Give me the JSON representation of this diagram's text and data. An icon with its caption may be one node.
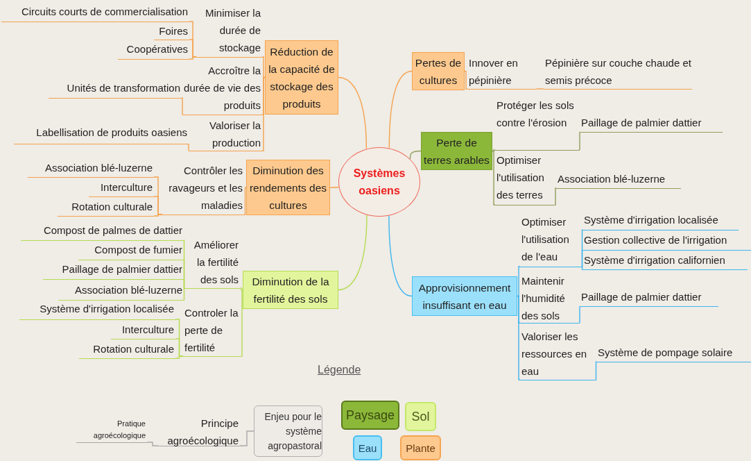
{
  "diagram": {
    "nodes": [
      {
        "text": [
          "Systèmes oasiens"
        ]
      },
      {
        "text": [
          "Réduction de la capacité de stockage des produits"
        ]
      },
      {
        "text": [
          "Minimiser la durée de stockage"
        ]
      },
      {
        "text": [
          "Circuits courts de commercialisation"
        ]
      },
      {
        "text": [
          "Foires"
        ]
      },
      {
        "text": [
          "Coopératives"
        ]
      },
      {
        "text": [
          "Accroître la durée de vie des produits"
        ]
      },
      {
        "text": [
          "Unités de transformation"
        ]
      },
      {
        "text": [
          "Valoriser la production"
        ]
      },
      {
        "text": [
          "Labellisation de produits oasiens"
        ]
      },
      {
        "text": [
          "Diminution des rendements des cultures"
        ]
      },
      {
        "text": [
          "Contrôler les ravageurs et les maladies"
        ]
      },
      {
        "text": [
          "Association blé-luzerne"
        ]
      },
      {
        "text": [
          "Interculture"
        ]
      },
      {
        "text": [
          "Rotation culturale"
        ]
      },
      {
        "text": [
          "Diminution de la fertilité des sols"
        ]
      },
      {
        "text": [
          "Améliorer la fertilité des sols"
        ]
      },
      {
        "text": [
          "Compost de palmes de dattier"
        ]
      },
      {
        "text": [
          "Compost de fumier"
        ]
      },
      {
        "text": [
          "Paillage de palmier dattier"
        ]
      },
      {
        "text": [
          "Association blé-luzerne"
        ]
      },
      {
        "text": [
          "Controler la perte de fertilité"
        ]
      },
      {
        "text": [
          "Système d'irrigation localisée"
        ]
      },
      {
        "text": [
          "Interculture"
        ]
      },
      {
        "text": [
          "Rotation culturale"
        ]
      },
      {
        "text": [
          "Pertes de cultures"
        ]
      },
      {
        "text": [
          "Innover en pépinière"
        ]
      },
      {
        "text": [
          "Pépinière sur couche chaude et semis précoce"
        ]
      },
      {
        "text": [
          "Perte de terres arables"
        ]
      },
      {
        "text": [
          "Protéger les sols contre l'érosion"
        ]
      },
      {
        "text": [
          "Paillage de palmier dattier"
        ]
      },
      {
        "text": [
          "Optimiser l'utilisation des terres"
        ]
      },
      {
        "text": [
          "Association blé-luzerne"
        ]
      },
      {
        "text": [
          "Approvisionnement insuffisant en eau"
        ]
      },
      {
        "text": [
          "Optimiser l'utilisation de l'eau"
        ]
      },
      {
        "text": [
          "Système d'irrigation localisée"
        ]
      },
      {
        "text": [
          "Gestion collective de l'irrigation"
        ]
      },
      {
        "text": [
          "Système d'irrigation californien"
        ]
      },
      {
        "text": [
          "Maintenir l'humidité des sols"
        ]
      },
      {
        "text": [
          "Paillage de palmier dattier"
        ]
      },
      {
        "text": [
          "Valoriser les ressources en eau"
        ]
      },
      {
        "text": [
          "Système de pompage solaire"
        ]
      },
      {
        "text": [
          "Pratique agroécologique"
        ]
      },
      {
        "text": [
          "Principe agroécologique"
        ]
      },
      {
        "text": [
          "Enjeu pour le système agropastoral"
        ]
      }
    ],
    "edges": [
      {
        "from": 0,
        "to": 1,
        "arrow": "none"
      },
      {
        "from": 1,
        "to": 2,
        "arrow": "none"
      },
      {
        "from": 2,
        "to": 3,
        "arrow": "none"
      },
      {
        "from": 2,
        "to": 4,
        "arrow": "none"
      },
      {
        "from": 2,
        "to": 5,
        "arrow": "none"
      },
      {
        "from": 1,
        "to": 6,
        "arrow": "none"
      },
      {
        "from": 6,
        "to": 7,
        "arrow": "none"
      },
      {
        "from": 1,
        "to": 8,
        "arrow": "none"
      },
      {
        "from": 8,
        "to": 9,
        "arrow": "none"
      },
      {
        "from": 0,
        "to": 10,
        "arrow": "none"
      },
      {
        "from": 10,
        "to": 11,
        "arrow": "none"
      },
      {
        "from": 11,
        "to": 12,
        "arrow": "none"
      },
      {
        "from": 11,
        "to": 13,
        "arrow": "none"
      },
      {
        "from": 11,
        "to": 14,
        "arrow": "none"
      },
      {
        "from": 0,
        "to": 15,
        "arrow": "none",
        "color": "#b5dc52"
      },
      {
        "from": 15,
        "to": 16,
        "arrow": "none",
        "color": "#b5dc52"
      },
      {
        "from": 16,
        "to": 17,
        "arrow": "none",
        "color": "#b5dc52"
      },
      {
        "from": 16,
        "to": 18,
        "arrow": "none",
        "color": "#b5dc52"
      },
      {
        "from": 16,
        "to": 19,
        "arrow": "none",
        "color": "#b5dc52"
      },
      {
        "from": 16,
        "to": 20,
        "arrow": "none",
        "color": "#b5dc52"
      },
      {
        "from": 15,
        "to": 21,
        "arrow": "none",
        "color": "#b5dc52"
      },
      {
        "from": 21,
        "to": 22,
        "arrow": "none",
        "color": "#b5dc52"
      },
      {
        "from": 21,
        "to": 23,
        "arrow": "none",
        "color": "#b5dc52"
      },
      {
        "from": 21,
        "to": 24,
        "arrow": "none",
        "color": "#b5dc52"
      },
      {
        "from": 0,
        "to": 25,
        "arrow": "none"
      },
      {
        "from": 25,
        "to": 26,
        "arrow": "none"
      },
      {
        "from": 26,
        "to": 27,
        "arrow": "none"
      },
      {
        "from": 0,
        "to": 28,
        "arrow": "none",
        "color": "#8f9f5c"
      },
      {
        "from": 28,
        "to": 29,
        "arrow": "none",
        "color": "#8f9f5c"
      },
      {
        "from": 29,
        "to": 30,
        "arrow": "none",
        "color": "#8f9f5c"
      },
      {
        "from": 28,
        "to": 31,
        "arrow": "none",
        "color": "#8f9f5c"
      },
      {
        "from": 31,
        "to": 32,
        "arrow": "none",
        "color": "#8f9f5c"
      },
      {
        "from": 0,
        "to": 33,
        "arrow": "none",
        "color": "#3fb6ee"
      },
      {
        "from": 33,
        "to": 34,
        "arrow": "none",
        "color": "#3fb6ee"
      },
      {
        "from": 34,
        "to": 35,
        "arrow": "none",
        "color": "#3fb6ee"
      },
      {
        "from": 34,
        "to": 36,
        "arrow": "none",
        "color": "#3fb6ee"
      },
      {
        "from": 34,
        "to": 37,
        "arrow": "none",
        "color": "#3fb6ee"
      },
      {
        "from": 33,
        "to": 38,
        "arrow": "none",
        "color": "#3fb6ee"
      },
      {
        "from": 38,
        "to": 39,
        "arrow": "none",
        "color": "#3fb6ee"
      },
      {
        "from": 33,
        "to": 40,
        "arrow": "none",
        "color": "#3fb6ee"
      },
      {
        "from": 40,
        "to": 41,
        "arrow": "none",
        "color": "#3fb6ee"
      },
      {
        "from": 44,
        "to": 43,
        "arrow": "none",
        "color": "#a8a8a8"
      },
      {
        "from": 43,
        "to": 42,
        "arrow": "none",
        "color": "#a8a8a8"
      }
    ],
    "labels": [
      "Légende"
    ],
    "legend": [
      {
        "text": "Paysage",
        "color": "#8cb83a"
      },
      {
        "text": "Sol",
        "color": "#e2f59c"
      },
      {
        "text": "Eau",
        "color": "#9be0fb"
      },
      {
        "text": "Plante",
        "color": "#fdc98e"
      }
    ]
  }
}
